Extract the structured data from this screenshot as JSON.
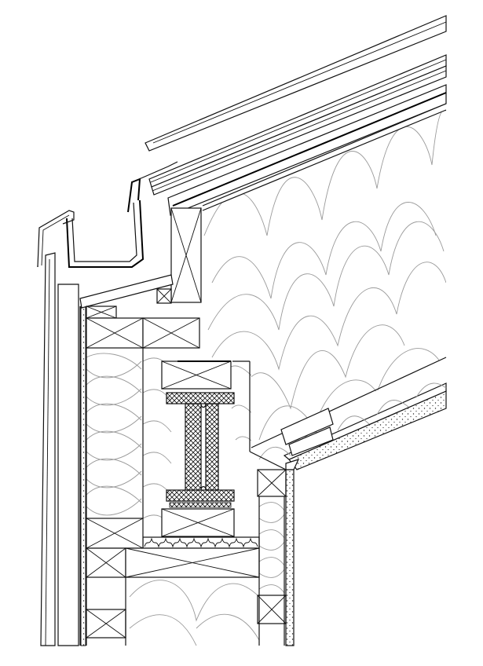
{
  "drawing": {
    "kind": "architectural section detail",
    "components": [
      "roof-covering",
      "roof-battens",
      "roof-membrane",
      "rafter-insulation",
      "roof-eaves-gutter",
      "drip-flashing",
      "wall-plate-timbers",
      "i-joist-beam",
      "wall-cladding",
      "wall-insulation",
      "ceiling-board",
      "ceiling-insulation",
      "downstand-wall"
    ],
    "hatches": {
      "timber": "cross-box",
      "insulation": "loop-batt",
      "board": "stipple",
      "flange": "crosshatch"
    },
    "colors": {
      "line": "#111111",
      "insulation": "#9a9a9a",
      "background": "#ffffff"
    }
  }
}
